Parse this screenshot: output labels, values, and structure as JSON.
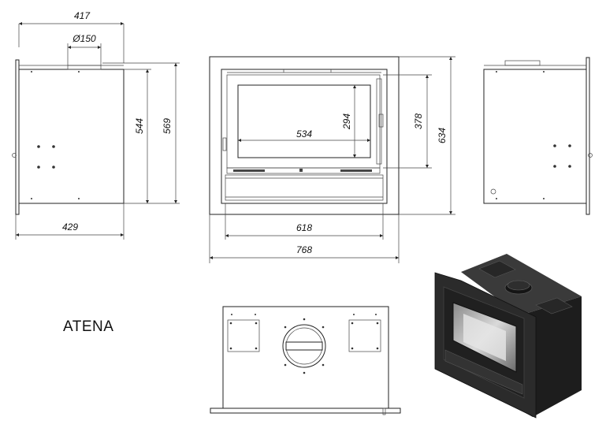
{
  "title": "ATENA",
  "dimensions": {
    "top_width": "417",
    "flue_diameter": "Ø150",
    "side_depth": "429",
    "side_height_inner": "544",
    "side_height_outer": "569",
    "window_width": "534",
    "window_height": "294",
    "door_height": "378",
    "frame_height": "634",
    "body_width": "618",
    "frame_width": "768"
  },
  "colors": {
    "line": "#222222",
    "render_dark": "#2b2b2b"
  }
}
